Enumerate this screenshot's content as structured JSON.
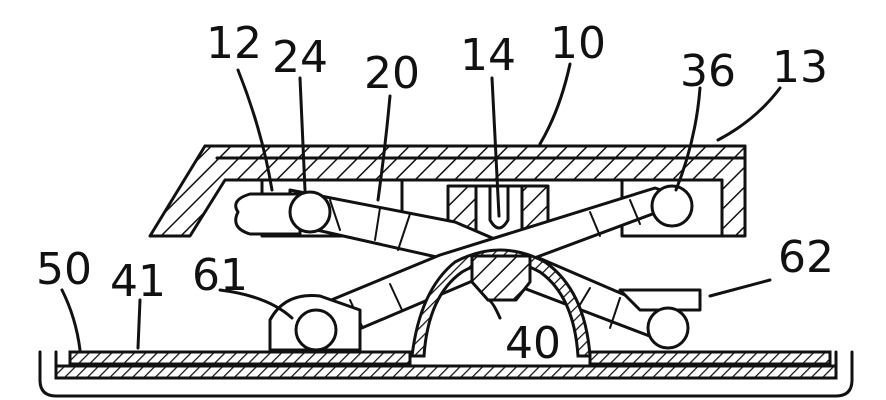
{
  "figure": {
    "reference_numerals": {
      "n10": "10",
      "n12": "12",
      "n13": "13",
      "n14": "14",
      "n20": "20",
      "n24": "24",
      "n36": "36",
      "n40": "40",
      "n41": "41",
      "n50": "50",
      "n61": "61",
      "n62": "62"
    }
  }
}
